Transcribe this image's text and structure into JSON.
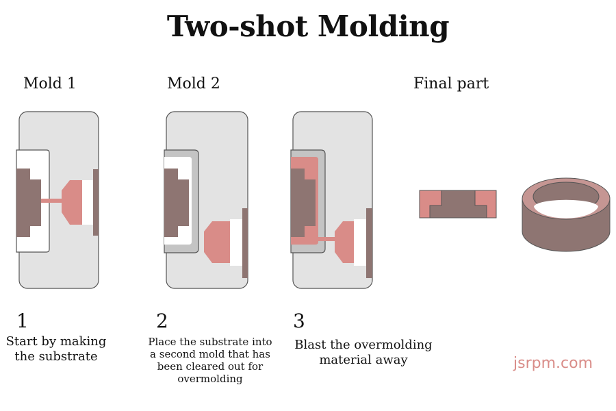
{
  "title": "Two-shot Molding",
  "labels": {
    "mold1": "Mold 1",
    "mold2": "Mold 2",
    "final": "Final part"
  },
  "steps": [
    {
      "number": "1",
      "text": "Start by making the substrate"
    },
    {
      "number": "2",
      "text": "Place the substrate into a second mold that has been cleared out for overmolding"
    },
    {
      "number": "3",
      "text": "Blast the overmolding material away"
    }
  ],
  "watermark": "jsrpm.com",
  "colors": {
    "mold": "#e3e3e3",
    "substrate": "#8e7572",
    "overmold": "#d98c88",
    "watermark": "#d98c88"
  }
}
